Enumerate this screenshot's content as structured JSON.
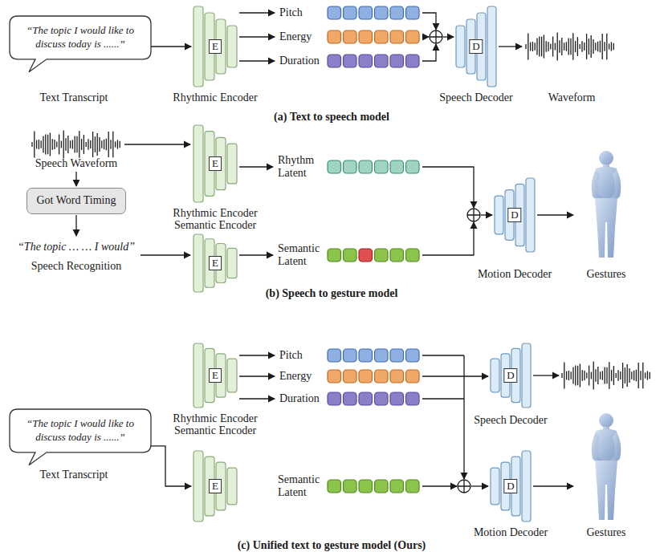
{
  "diagram": {
    "nodes": [
      {
        "text": [
          "“The topic I would like to discuss today is ......”"
        ]
      },
      {
        "text": [
          "E"
        ]
      },
      {
        "text": [
          "D"
        ]
      },
      {
        "text": [
          "E"
        ]
      },
      {
        "text": [
          "Got Word Timing"
        ]
      },
      {
        "text": [
          "E"
        ]
      },
      {
        "text": [
          "D"
        ]
      },
      {
        "text": [
          "E"
        ]
      },
      {
        "text": [
          "“The topic I would like to discuss today is ......”"
        ]
      },
      {
        "text": [
          "E"
        ]
      },
      {
        "text": [
          "D"
        ]
      },
      {
        "text": [
          "D"
        ]
      }
    ],
    "edges": [
      {
        "from": 0,
        "to": 1,
        "arrow": "to"
      },
      {
        "from": 8,
        "to": 9,
        "arrow": "to"
      }
    ],
    "labels": [
      "Text Transcript",
      "Rhythmic Encoder",
      "Pitch",
      "Energy",
      "Duration",
      "Speech Decoder",
      "Waveform",
      "(a) Text to speech model",
      "Rhythm Latent",
      "Speech Waveform",
      "Rhythmic Encoder",
      "Semantic Encoder",
      "“The topic … … I would”",
      "Semantic Latent",
      "Speech Recognition",
      "Motion Decoder",
      "Gestures",
      "(b) Speech to gesture model",
      "Pitch",
      "Energy",
      "Duration",
      "Rhythmic Encoder",
      "Semantic Encoder",
      "Speech Decoder",
      "Text Transcript",
      "Semantic Latent",
      "Motion Decoder",
      "Gestures",
      "(c) Unified text to gesture model (Ours)"
    ]
  }
}
